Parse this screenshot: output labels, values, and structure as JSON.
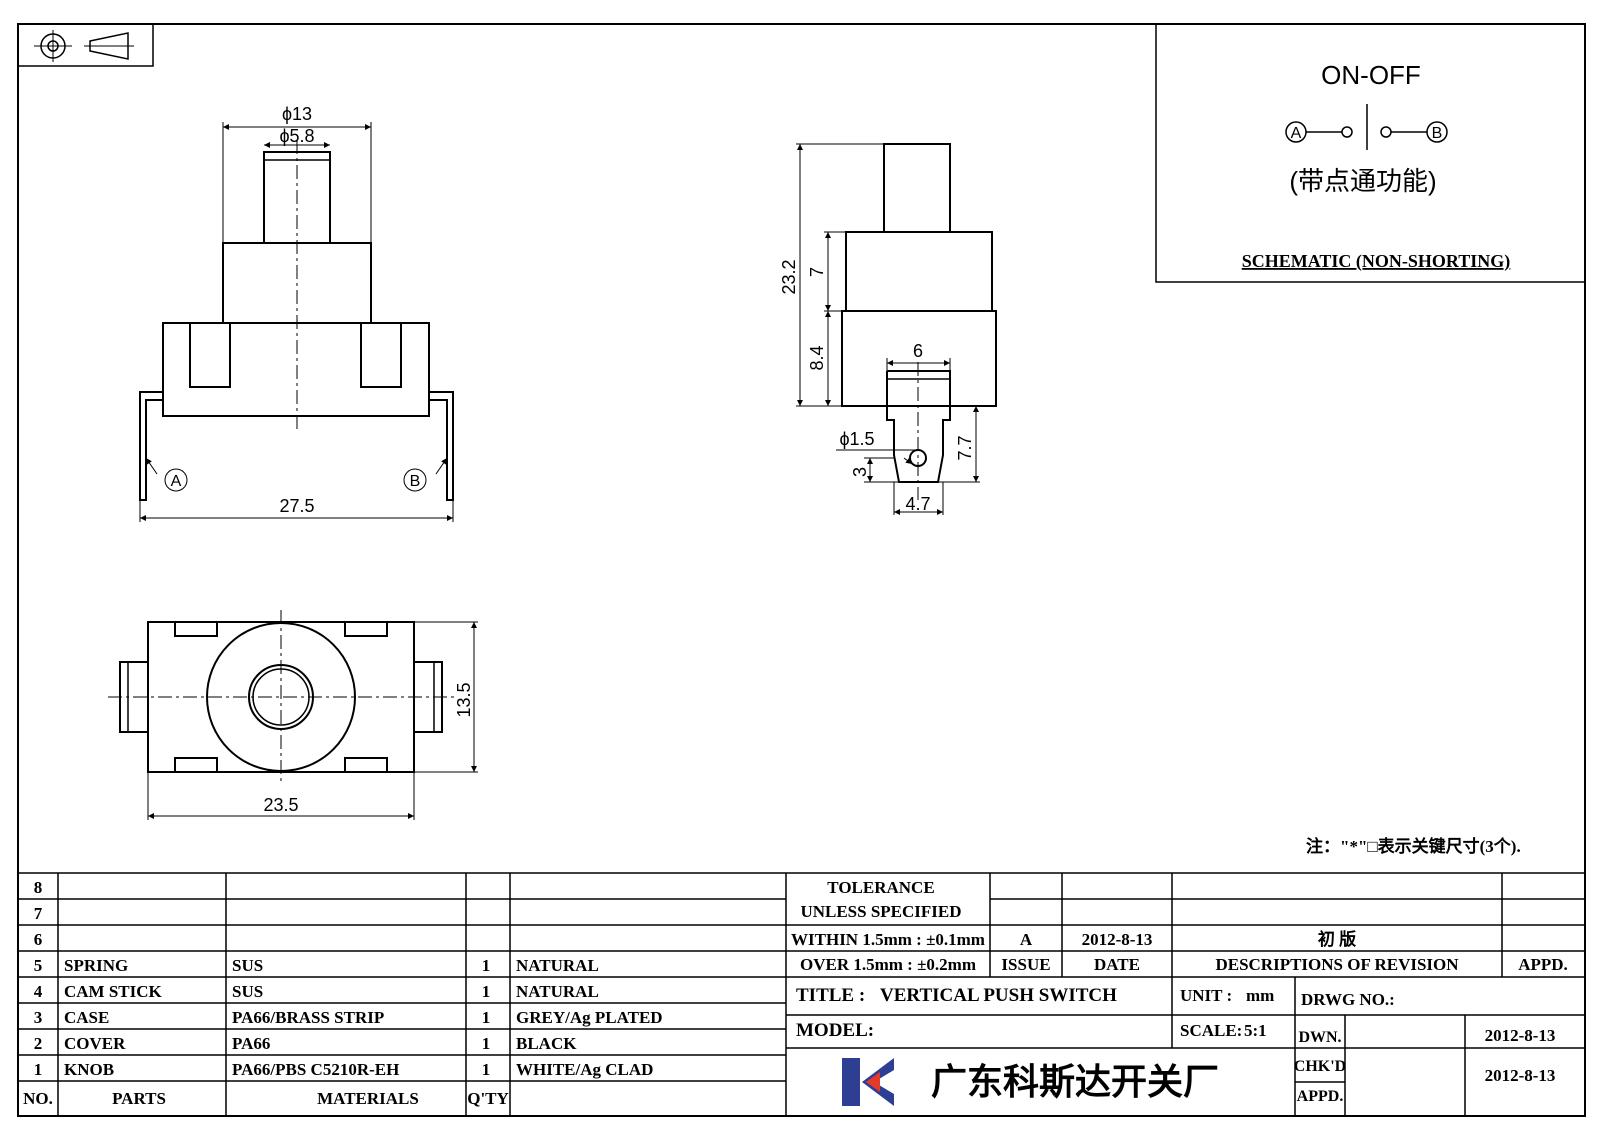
{
  "dimensions": {
    "d13": "ϕ13",
    "d58": "ϕ5.8",
    "w275": "27.5",
    "h232": "23.2",
    "h7": "7",
    "h84": "8.4",
    "w6": "6",
    "d15": "ϕ1.5",
    "h77": "7.7",
    "h3": "3",
    "w47": "4.7",
    "h135": "13.5",
    "w235": "23.5"
  },
  "terminals": {
    "a": "A",
    "b": "B"
  },
  "schematic": {
    "title": "ON-OFF",
    "terminal_a": "A",
    "terminal_b": "B",
    "note": "(带点通功能)",
    "caption": "SCHEMATIC (NON-SHORTING)"
  },
  "note": "注：\"*\"□表示关键尺寸(3个).",
  "bom": {
    "rows": [
      {
        "no": "8",
        "part": "",
        "material": "",
        "qty": "",
        "finish": ""
      },
      {
        "no": "7",
        "part": "",
        "material": "",
        "qty": "",
        "finish": ""
      },
      {
        "no": "6",
        "part": "",
        "material": "",
        "qty": "",
        "finish": ""
      },
      {
        "no": "5",
        "part": "SPRING",
        "material": "SUS",
        "qty": "1",
        "finish": "NATURAL"
      },
      {
        "no": "4",
        "part": "CAM STICK",
        "material": "SUS",
        "qty": "1",
        "finish": "NATURAL"
      },
      {
        "no": "3",
        "part": "CASE",
        "material": "PA66/BRASS STRIP",
        "qty": "1",
        "finish": "GREY/Ag PLATED"
      },
      {
        "no": "2",
        "part": "COVER",
        "material": "PA66",
        "qty": "1",
        "finish": "BLACK"
      },
      {
        "no": "1",
        "part": "KNOB",
        "material": "PA66/PBS C5210R-EH",
        "qty": "1",
        "finish": "WHITE/Ag CLAD"
      }
    ],
    "headers": {
      "no": "NO.",
      "parts": "PARTS",
      "materials": "MATERIALS",
      "qty": "Q'TY"
    }
  },
  "tolerance": {
    "line1": "TOLERANCE",
    "line2": "UNLESS  SPECIFIED",
    "line3": "WITHIN 1.5mm : ±0.1mm",
    "line4": "OVER 1.5mm : ±0.2mm"
  },
  "revision": {
    "issue": "A",
    "date": "2012-8-13",
    "description": "初  版",
    "h_issue": "ISSUE",
    "h_date": "DATE",
    "h_desc": "DESCRIPTIONS OF REVISION",
    "h_appd": "APPD."
  },
  "title_block": {
    "title_label": "TITLE :",
    "title": "VERTICAL PUSH SWITCH",
    "unit_label": "UNIT :",
    "unit": "mm",
    "drwg_label": "DRWG NO.:",
    "model_label": "MODEL:",
    "scale_label": "SCALE:",
    "scale": "5:1",
    "dwn_label": "DWN.",
    "dwn_date": "2012-8-13",
    "chk_label": "CHK'D",
    "chk_date": "2012-8-13",
    "appd_label": "APPD.",
    "company": "广东科斯达开关厂"
  }
}
